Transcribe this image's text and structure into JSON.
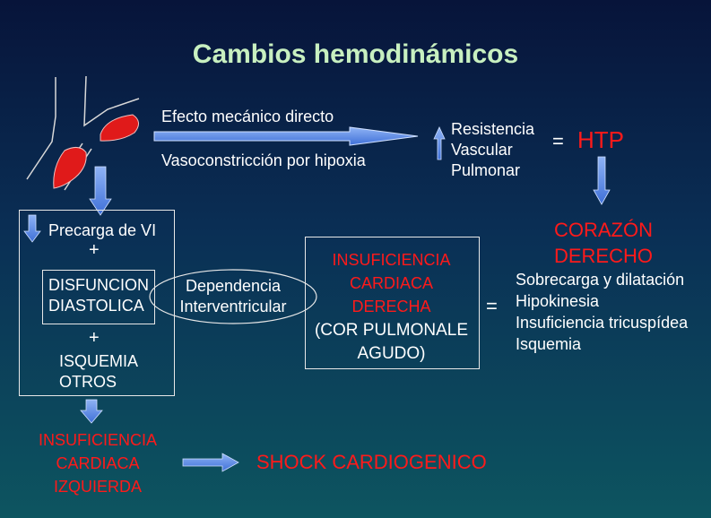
{
  "title": "Cambios hemodinámicos",
  "top_flow": {
    "effect_1": "Efecto mecánico directo",
    "effect_2": "Vasoconstricción por hipoxia",
    "resistance": [
      "Resistencia",
      "Vascular",
      "Pulmonar"
    ],
    "equals": "=",
    "htp": "HTP"
  },
  "right_heart": {
    "title": [
      "CORAZÓN",
      "DERECHO"
    ],
    "items": [
      "Sobrecarga y dilatación",
      "Hipokinesia",
      "Insuficiencia tricuspídea",
      "Isquemia"
    ]
  },
  "left_box": {
    "precarga": "Precarga de VI",
    "plus_1": "+",
    "disfuncion": [
      "DISFUNCION",
      "DIASTOLICA"
    ],
    "plus_2": "+",
    "isquemia": [
      "ISQUEMIA",
      "OTROS"
    ]
  },
  "dependencia": [
    "Dependencia",
    "Interventricular"
  ],
  "icd_box": {
    "red": [
      "INSUFICIENCIA",
      "CARDIACA",
      "DERECHA"
    ],
    "white": [
      "(COR PULMONALE",
      "AGUDO)"
    ]
  },
  "equals_2": "=",
  "ici": [
    "INSUFICIENCIA",
    "CARDIACA",
    "IZQUIERDA"
  ],
  "shock": "SHOCK CARDIOGENICO",
  "colors": {
    "bg_top": "#07143a",
    "bg_bottom": "#0d5560",
    "title": "#c8f0c0",
    "red": "#ff1a1a",
    "arrow": "#4f86e8"
  }
}
